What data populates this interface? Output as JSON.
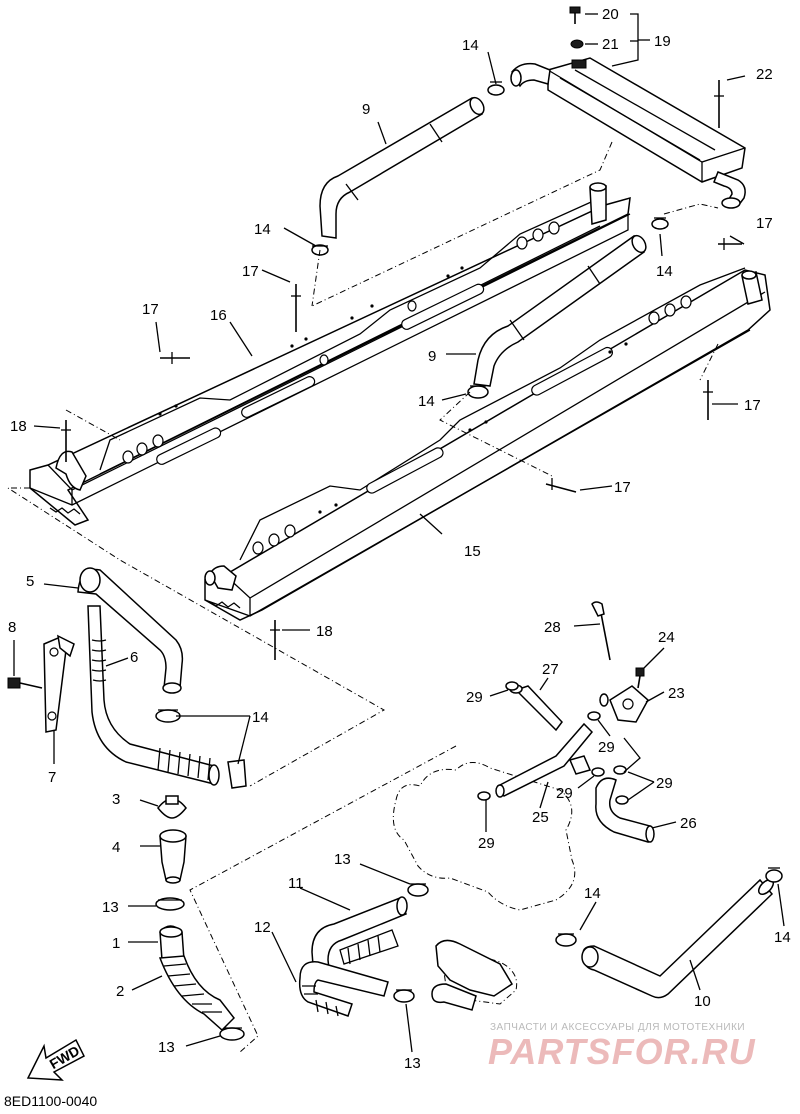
{
  "callouts": [
    "20",
    "21",
    "19",
    "14",
    "22",
    "9",
    "14",
    "17",
    "14",
    "17",
    "17",
    "16",
    "9",
    "14",
    "17",
    "18",
    "17",
    "15",
    "5",
    "18",
    "8",
    "6",
    "28",
    "24",
    "27",
    "23",
    "29",
    "14",
    "29",
    "7",
    "3",
    "29",
    "29",
    "25",
    "26",
    "29",
    "4",
    "13",
    "11",
    "14",
    "13",
    "1",
    "12",
    "14",
    "2",
    "10",
    "13",
    "13"
  ],
  "diagram_code": "8ED1100-0040",
  "fwd_label": "FWD",
  "watermark": {
    "tagline": "ЗАПЧАСТИ И АКСЕССУАРЫ ДЛЯ МОТОТЕХНИКИ",
    "brand": "PARTSFOR.RU"
  },
  "colors": {
    "line": "#000000",
    "background": "#ffffff",
    "watermark_brand": "#e6a3a3",
    "watermark_text": "#b9b9b9"
  }
}
